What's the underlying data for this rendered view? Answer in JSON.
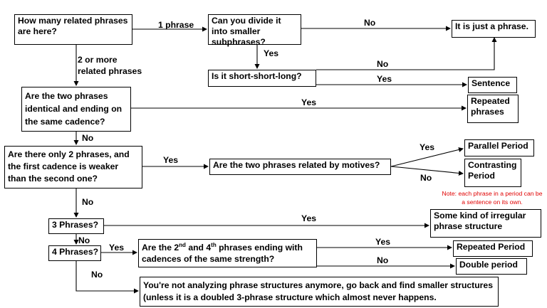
{
  "boxes": {
    "q_how_many": "How many related phrases are here?",
    "q_divide": "Can you divide it into smaller subphrases?",
    "just_phrase": "It is just a phrase.",
    "q_ssl": "Is it short-short-long?",
    "sentence": "Sentence",
    "q_identical": "Are the two phrases identical and ending on the same cadence?",
    "repeated_phrases": "Repeated phrases",
    "q_only_two": "Are there only 2 phrases, and the first cadence is weaker than the second one?",
    "q_motives": "Are the two phrases related by motives?",
    "parallel_period": "Parallel Period",
    "contrasting_period": "Contrasting Period",
    "q_three": "3 Phrases?",
    "irregular": "Some kind of irregular phrase structure",
    "q_four": "4 Phrases?",
    "q_second_fourth": {
      "part1": "Are the 2",
      "sup1": "nd",
      "part2": " and 4",
      "sup2": "th",
      "part3": " phrases ending with",
      "line2": "cadences of the same strength?"
    },
    "repeated_period": "Repeated Period",
    "double_period": "Double period",
    "q_not_analyzing": "You're not analyzing phrase structures anymore, go back and find smaller structures (unless it is a doubled 3-phrase structure which almost never happens."
  },
  "labels": {
    "one_phrase": "1 phrase",
    "two_or_more": "2 or more related phrases",
    "no_divide": "No",
    "yes_divide": "Yes",
    "no_ssl": "No",
    "yes_ssl": "Yes",
    "yes_identical": "Yes",
    "no_identical": "No",
    "yes_only_two": "Yes",
    "yes_motives": "Yes",
    "no_motives": "No",
    "no_only_two": "No",
    "yes_three": "Yes",
    "no_three": "No",
    "yes_four": "Yes",
    "yes_second_fourth": "Yes",
    "no_second_fourth": "No",
    "no_four": "No"
  },
  "note": "Note: each phrase in a period can be a sentence on its own."
}
